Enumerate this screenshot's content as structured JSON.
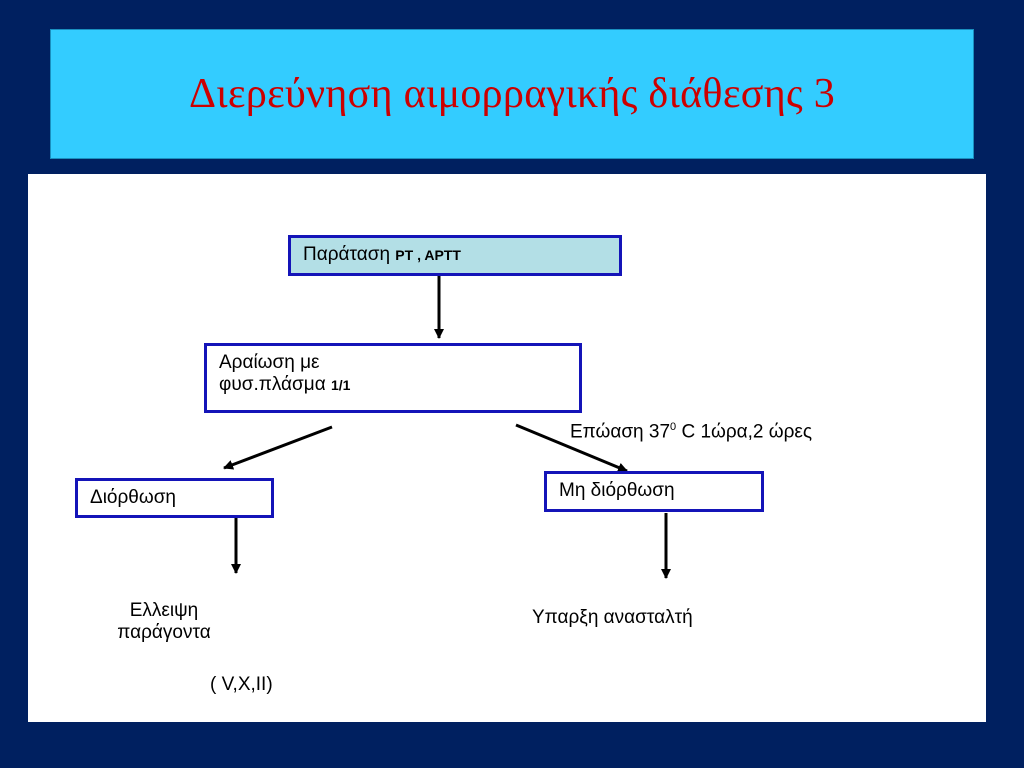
{
  "slide": {
    "title": "Διερεύνηση αιμορραγικής διάθεσης 3"
  },
  "flowchart": {
    "start": {
      "text": "Παράταση",
      "small": "PT , APTT"
    },
    "mix": {
      "line1": "Αραίωση με",
      "line2": "φυσ.πλάσμα",
      "small": "1/1"
    },
    "incubation": {
      "text": "Επώαση 37",
      "sup": "0",
      "rest": " C 1ώρα,2 ώρες"
    },
    "corrected": {
      "text": "Διόρθωση"
    },
    "not_corrected": {
      "text": "Μη διόρθωση"
    },
    "deficiency": {
      "line1": "Ελλειψη",
      "line2": "παράγοντα",
      "line3": "( V,X,II)"
    },
    "inhibitor": {
      "text": "Υπαρξη ανασταλτή"
    }
  }
}
